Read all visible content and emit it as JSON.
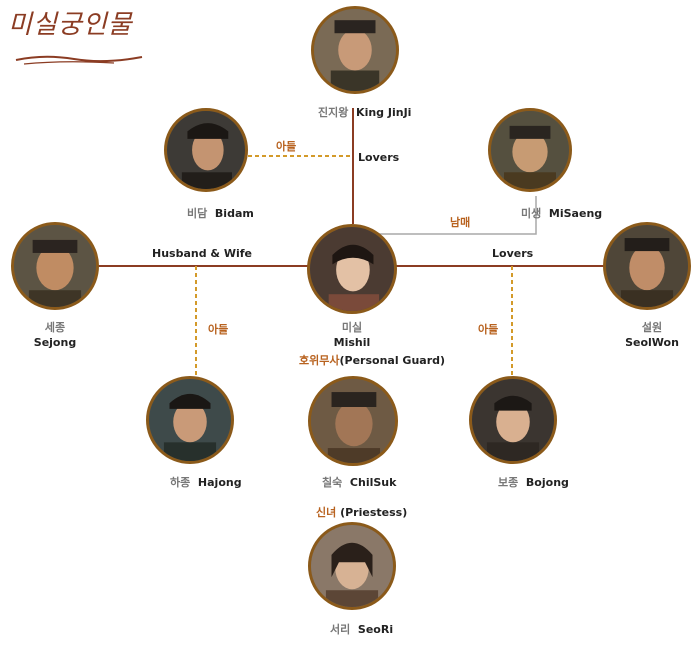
{
  "title": "미실궁인물",
  "colors": {
    "title": "#8b3c23",
    "solid_line": "#8b3c23",
    "dotted_line": "#d39a2a",
    "sibling_line": "#a9a9a9",
    "frame": "#8b5a1a"
  },
  "characters": {
    "jinji": {
      "kr": "진지왕",
      "en": "King JinJi"
    },
    "bidam": {
      "kr": "비담",
      "en": "Bidam"
    },
    "misaeng": {
      "kr": "미생",
      "en": "MiSaeng"
    },
    "sejong": {
      "kr": "세종",
      "en": "Sejong"
    },
    "mishil": {
      "kr": "미실",
      "en": "Mishil"
    },
    "seolwon": {
      "kr": "설원",
      "en": "SeolWon"
    },
    "hajong": {
      "kr": "하종",
      "en": "Hajong"
    },
    "chilsuk": {
      "kr": "칠숙",
      "en": "ChilSuk"
    },
    "bojong": {
      "kr": "보종",
      "en": "Bojong"
    },
    "seori": {
      "kr": "서리",
      "en": "SeoRi"
    }
  },
  "relations": {
    "bidam_son": "아들",
    "jinji_lovers": "Lovers",
    "misaeng_siblings": "남매",
    "sejong_spouse": "Husband & Wife",
    "seolwon_lovers": "Lovers",
    "hajong_son": "아들",
    "bojong_son": "아들"
  },
  "roles": {
    "chilsuk": {
      "kr": "호위무사",
      "en": "(Personal Guard)"
    },
    "seori": {
      "kr": "신녀",
      "en": "(Priestess)"
    }
  }
}
